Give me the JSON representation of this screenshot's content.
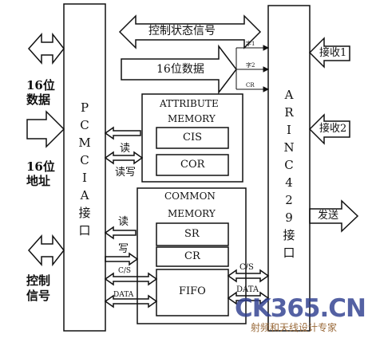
{
  "left_labels": {
    "data_line1": "16位",
    "data_line2": "数据",
    "addr_line1": "16位",
    "addr_line2": "地址",
    "ctrl_line1": "控制",
    "ctrl_line2": "信号"
  },
  "pcmcia": {
    "label": "PCMCIA接口"
  },
  "arinc": {
    "label": "ARINC429接口"
  },
  "buses": {
    "control_status": "控制状态信号",
    "data16": "16位数据"
  },
  "small_labels": {
    "z1": "字1",
    "z2": "字2",
    "cr": "CR"
  },
  "attribute_memory": {
    "title_line1": "ATTRIBUTE",
    "title_line2": "MEMORY",
    "cis": "CIS",
    "cor": "COR",
    "read": "读",
    "read_write": "读写"
  },
  "common_memory": {
    "title_line1": "COMMON",
    "title_line2": "MEMORY",
    "sr": "SR",
    "cr": "CR",
    "fifo": "FIFO",
    "read": "读",
    "write": "写",
    "cs_left": "C/S",
    "data_left": "DATA",
    "cs_right": "C/S",
    "data_right": "DATA"
  },
  "right_ports": {
    "rx1": "接收1",
    "rx2": "接收2",
    "tx": "发送"
  },
  "watermark": {
    "logo": "CK365.CN",
    "subtitle": "射频和天线设计专家"
  }
}
